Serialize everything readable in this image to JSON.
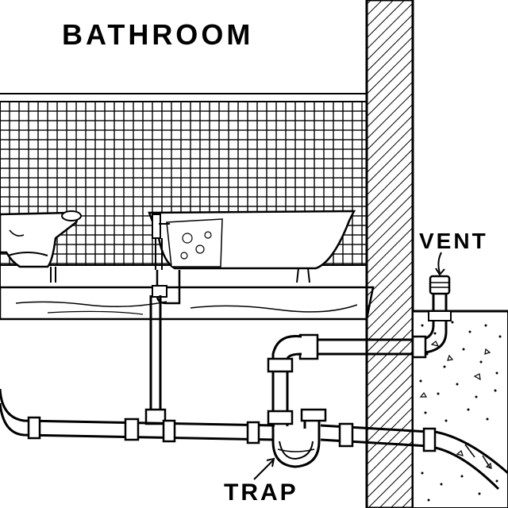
{
  "diagram": {
    "title": "BATHROOM",
    "labels": {
      "vent": "VENT",
      "trap": "TRAP"
    },
    "colors": {
      "ink": "#000000",
      "paper": "#ffffff"
    },
    "parts": [
      "toilet",
      "bathtub",
      "tile-wall",
      "floor",
      "wall",
      "drain-pipe",
      "trap",
      "vent-pipe",
      "soil"
    ]
  }
}
